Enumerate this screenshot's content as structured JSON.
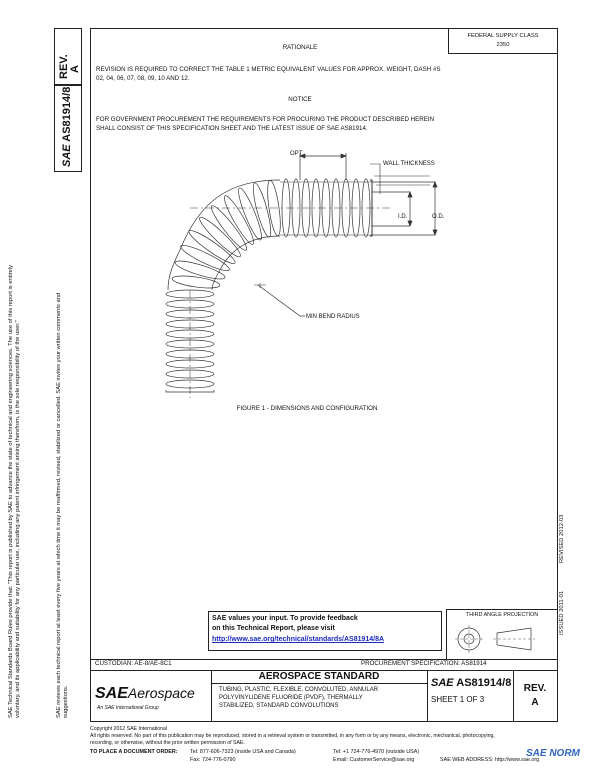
{
  "sidebar": {
    "rev_label": "REV.",
    "rev_value": "A",
    "doc_number": "AS81914/8",
    "sae_mark": "SAE",
    "legal_line1": "SAE Technical Standards Board Rules provide that: \"This report is published by SAE to advance the state of technical and engineering sciences. The use of this report is entirely",
    "legal_line2": "voluntary, and its applicability and suitability for any particular use, including any patent infringement arising therefrom, is the sole responsibility of the user.\"",
    "legal_line3": "SAE reviews each technical report at least every five years at which time it may be reaffirmed, revised, stabilized or cancelled. SAE invites your written comments and",
    "legal_line4": "suggestions."
  },
  "header": {
    "federal_label": "FEDERAL SUPPLY CLASS",
    "federal_value": "2350"
  },
  "rationale": {
    "heading": "RATIONALE",
    "text_line1": "REVISION IS REQUIRED TO CORRECT THE TABLE 1 METRIC EQUIVALENT VALUES FOR APPROX. WEIGHT, DASH #S",
    "text_line2": "02, 04, 06, 07, 08, 09, 10 AND 12."
  },
  "notice": {
    "heading": "NOTICE",
    "text_line1": "FOR GOVERNMENT PROCUREMENT THE REQUIREMENTS FOR PROCURING THE PRODUCT DESCRIBED HEREIN",
    "text_line2": "SHALL CONSIST OF THIS SPECIFICATION SHEET AND THE LATEST ISSUE OF SAE AS81914."
  },
  "figure": {
    "label_opt": "OPT",
    "label_wall": "WALL THICKNESS",
    "label_id": "I.D.",
    "label_od": "O.D.",
    "label_bend": "MIN BEND RADIUS",
    "caption": "FIGURE 1 - DIMENSIONS AND CONFIGURATION"
  },
  "right_margin": {
    "revised": "REVISED 2012-03",
    "issued": "ISSUED 2011-01"
  },
  "projection": {
    "label": "THIRD ANGLE PROJECTION"
  },
  "feedback": {
    "line1": "SAE values your input. To provide feedback",
    "line2": "on this Technical Report, please visit",
    "link": "http://www.sae.org/technical/standards/AS81914/8A"
  },
  "custodian": "CUSTODIAN: AE-8/AE-8C1",
  "procurement": "PROCUREMENT SPECIFICATION: AS81914",
  "title_block": {
    "logo_sae": "SAE",
    "logo_aero": "Aerospace",
    "logo_sub": "An SAE International Group",
    "standard_title": "AEROSPACE STANDARD",
    "desc_line1": "TUBING, PLASTIC, FLEXIBLE, CONVOLUTED, ANNULAR",
    "desc_line2": "POLYVINYLIDENE FLUORIDE (PVDF), THERMALLY",
    "desc_line3": "STABILIZED, STANDARD CONVOLUTIONS",
    "sae_small": "SAE",
    "doc_number": "AS81914/8",
    "sheet": "SHEET 1 OF 3",
    "rev_label": "REV.",
    "rev_value": "A"
  },
  "footer": {
    "copyright": "Copyright 2012 SAE International",
    "rights_line1": "All rights reserved. No part of this publication may be reproduced, stored in a retrieval system or transmitted, in any form or by any means, electronic, mechanical, photocopying,",
    "rights_line2": "recording, or otherwise, without the prior written permission of SAE.",
    "order_label": "TO PLACE A DOCUMENT ORDER:",
    "tel1": "Tel:  877-606-7323 (inside USA and Canada)",
    "fax": "Fax:  724-776-0790",
    "tel2": "Tel:  +1 724-776-4970 (outside USA)",
    "email": "Email: CustomerService@sae.org",
    "web": "SAE WEB ADDRESS:  http://www.sae.org",
    "watermark": "SAE NORM"
  }
}
